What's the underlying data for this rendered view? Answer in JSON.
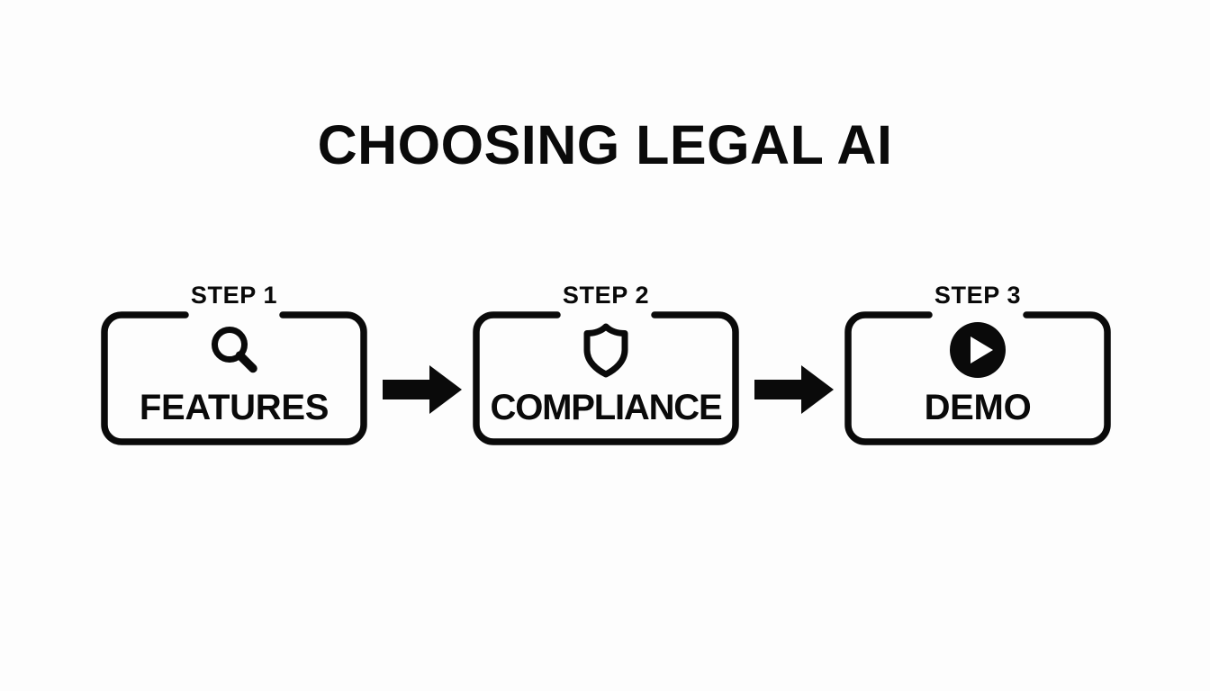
{
  "title": "CHOOSING LEGAL AI",
  "colors": {
    "background": "#fdfdfd",
    "ink": "#0a0a0a"
  },
  "flow": {
    "steps": [
      {
        "tag": "STEP 1",
        "label": "FEATURES",
        "icon": "magnifying-glass-icon"
      },
      {
        "tag": "STEP 2",
        "label": "COMPLIANCE",
        "icon": "shield-icon"
      },
      {
        "tag": "STEP 3",
        "label": "DEMO",
        "icon": "play-circle-icon"
      }
    ],
    "connectors": [
      {
        "name": "arrow-step1-to-step2",
        "direction": "right"
      },
      {
        "name": "arrow-step2-to-step3",
        "direction": "right"
      }
    ]
  }
}
